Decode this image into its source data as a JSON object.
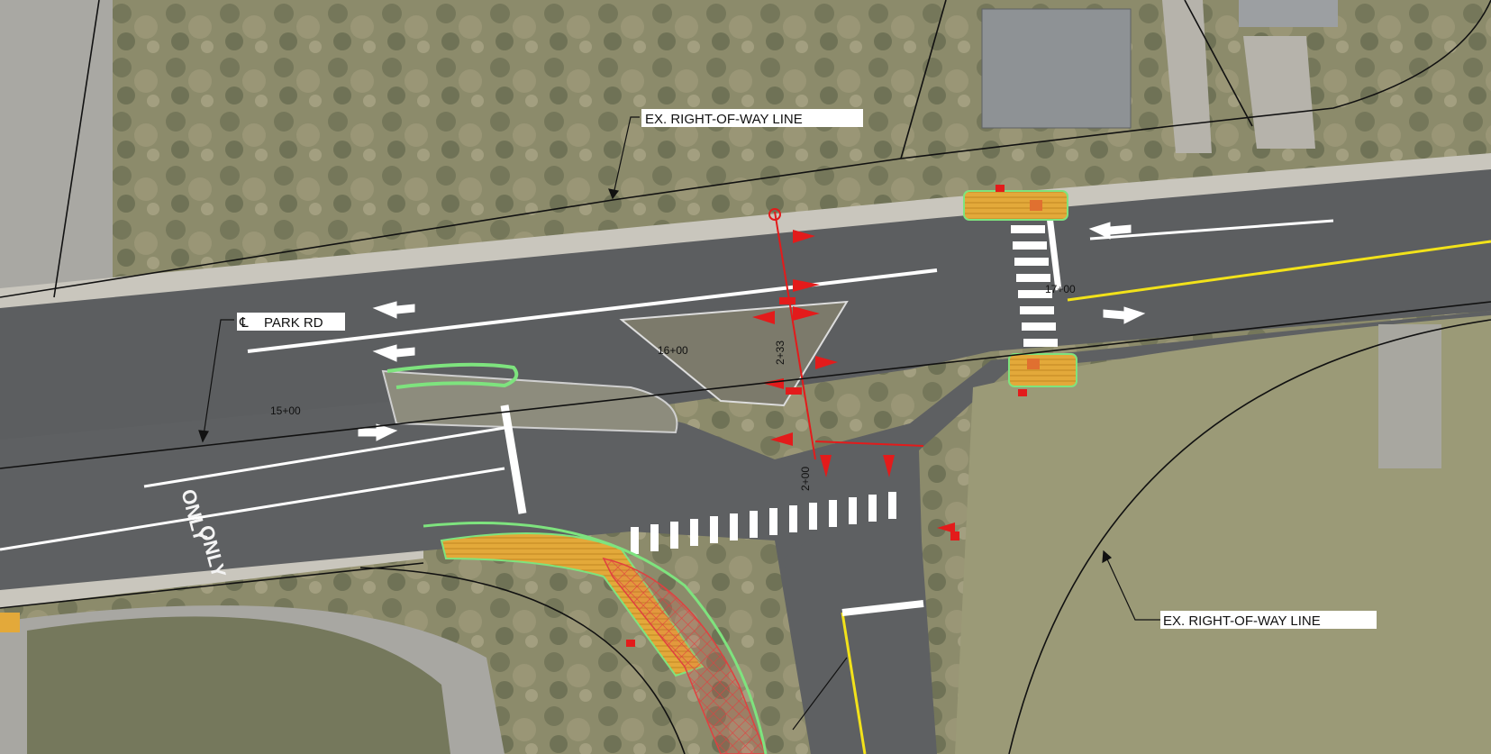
{
  "labels": {
    "row_north": "EX. RIGHT-OF-WAY LINE",
    "row_south": "EX. RIGHT-OF-WAY LINE",
    "road_name": "PARK RD",
    "centerline_symbol": "℄"
  },
  "stations": {
    "s1500": "15+00",
    "s1600": "16+00",
    "s1700": "17+00",
    "s233": "2+33",
    "s200": "2+00"
  },
  "pavement_markings": {
    "only_1": "ONLY",
    "only_2": "ONLY"
  },
  "colors": {
    "pavement": "#5a5c5e",
    "vegetation": "#8b8a6a",
    "right_of_way_line": "#111111",
    "curb_ramp_fill": "#e3a93a",
    "proposed_outline": "#7ee37e",
    "hatch": "#e04040",
    "signal_red": "#e31b1b",
    "yellow_line": "#f2e21a",
    "white_marking": "#ffffff"
  }
}
